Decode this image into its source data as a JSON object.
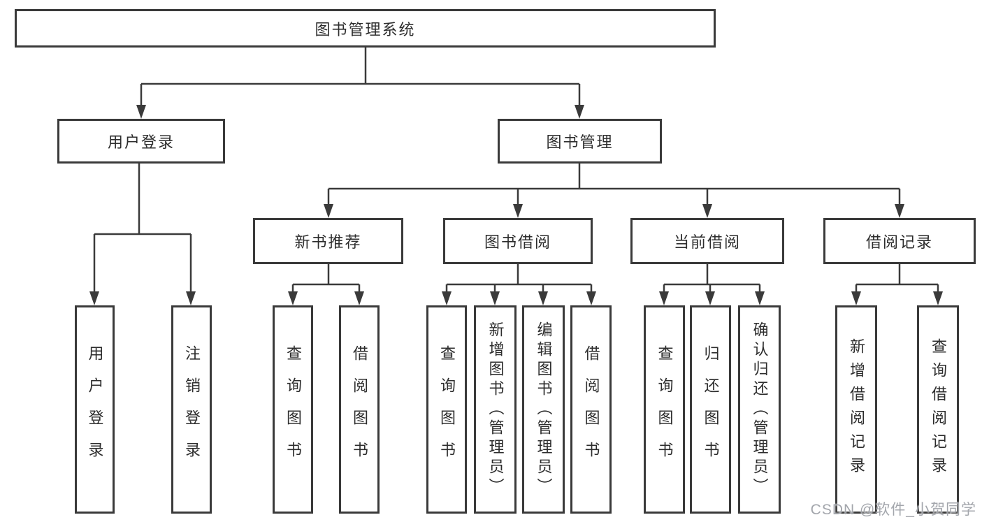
{
  "diagram": {
    "type": "hierarchy-tree",
    "colors": {
      "line": "#3a3a3a",
      "border": "#3a3a3a",
      "text": "#2d2d2d",
      "background": "#ffffff",
      "watermark": "#9ea1a8"
    },
    "tree": {
      "root": "图书管理系统",
      "branches": [
        {
          "label": "用户登录",
          "leaves": [
            "用户登录",
            "注销登录"
          ]
        },
        {
          "label": "图书管理",
          "groups": [
            {
              "label": "新书推荐",
              "leaves": [
                "查询图书",
                "借阅图书"
              ]
            },
            {
              "label": "图书借阅",
              "leaves": [
                "查询图书",
                "新增图书（管理员）",
                "编辑图书（管理员）",
                "借阅图书"
              ]
            },
            {
              "label": "当前借阅",
              "leaves": [
                "查询图书",
                "归还图书",
                "确认归还（管理员）"
              ]
            },
            {
              "label": "借阅记录",
              "leaves": [
                "新增借阅记录",
                "查询借阅记录"
              ]
            }
          ]
        }
      ]
    },
    "watermark": "CSDN @软件_小贺同学"
  }
}
